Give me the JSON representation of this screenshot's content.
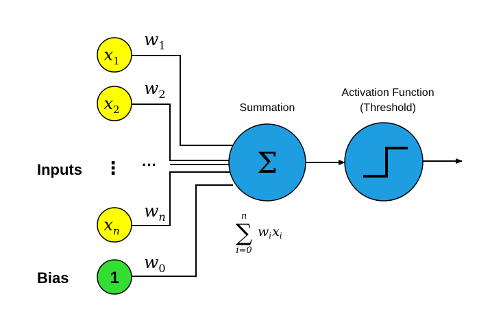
{
  "labels": {
    "inputs": "Inputs",
    "bias": "Bias",
    "summation": "Summation",
    "activation_line1": "Activation Function",
    "activation_line2": "(Threshold)",
    "vdots": "⋮",
    "hdots": "···"
  },
  "nodes": {
    "x1": {
      "base": "x",
      "sub": "1"
    },
    "x2": {
      "base": "x",
      "sub": "2"
    },
    "xn": {
      "base": "x",
      "sub": "n"
    },
    "bias_value": "1",
    "sum_symbol": "Σ"
  },
  "weights": {
    "w1": {
      "base": "w",
      "sub": "1"
    },
    "w2": {
      "base": "w",
      "sub": "2"
    },
    "wn": {
      "base": "w",
      "sub": "n"
    },
    "w0": {
      "base": "w",
      "sub": "0"
    }
  },
  "formula": {
    "sigma": "∑",
    "upper": "n",
    "lower": "i=0",
    "term_w": "w",
    "term_w_sub": "i",
    "term_x": "x",
    "term_x_sub": "i"
  },
  "colors": {
    "input_fill": "#FFFF00",
    "bias_fill": "#33DD33",
    "neuron_fill": "#1E9DE0",
    "stroke": "#000000"
  }
}
